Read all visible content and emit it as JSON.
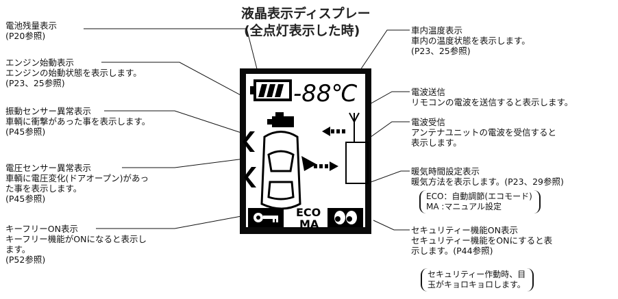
{
  "title": {
    "line1": "液晶表示ディスプレー",
    "line2": "(全点灯表示した時)"
  },
  "display": {
    "temp": "-88℃",
    "eco": "ECO",
    "ma": "MA"
  },
  "left_labels": [
    {
      "lines": [
        "電池残量表示",
        "(P20参照)"
      ]
    },
    {
      "lines": [
        "エンジン始動表示",
        "エンジンの始動状態を表示します。",
        "(P23、25参照)"
      ]
    },
    {
      "lines": [
        "振動センサー異常表示",
        "車輌に衝撃があった事を表示します。",
        "(P45参照)"
      ]
    },
    {
      "lines": [
        "電圧センサー異常表示",
        "車輌に電圧変化(ドアオープン)があっ",
        "た事を表示します。",
        "(P45参照)"
      ]
    },
    {
      "lines": [
        "キーフリーON表示",
        "キーフリー機能がONになると表示し",
        "ます。",
        "(P52参照)"
      ]
    }
  ],
  "right_labels": [
    {
      "lines": [
        "車内温度表示",
        "車内の温度状態を表示します。",
        "(P23、25参照)"
      ]
    },
    {
      "lines": [
        "電波送信",
        "リモコンの電波を送信すると表示します。"
      ]
    },
    {
      "lines": [
        "電波受信",
        "アンテナユニットの電波を受信すると",
        "表示します。"
      ]
    },
    {
      "lines": [
        "暖気時間設定表示",
        "暖気方法を表示します。(P23、29参照)"
      ]
    },
    {
      "lines": [
        "セキュリティー機能ON表示",
        "セキュリティー機能をONにすると表",
        "示します。(P44参照)"
      ]
    }
  ],
  "notes": {
    "warmup": [
      "ECO：自動調節(エコモード)",
      "MA  :マニュアル設定"
    ],
    "security": [
      "セキュリティー作動時、目",
      "玉がキョロキョロします。"
    ]
  }
}
